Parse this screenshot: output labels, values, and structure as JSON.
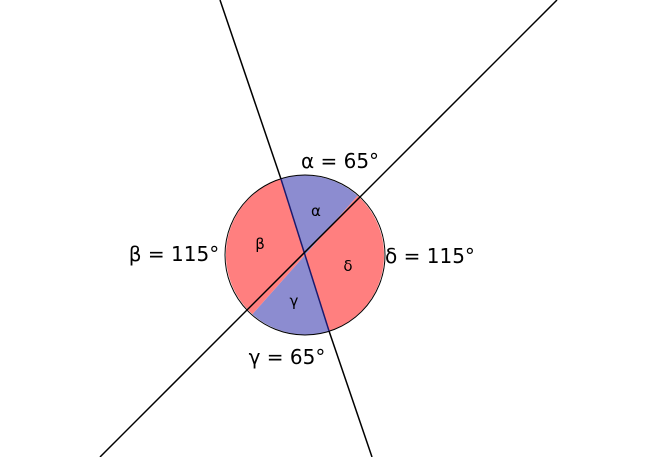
{
  "colors": {
    "vertical_pair": "#8c8cd0",
    "horizontal_pair": "#ff7f7f",
    "line": "#000000",
    "line_inside": "#1a1a6e",
    "background": "#ffffff"
  },
  "angles": {
    "alpha": {
      "symbol": "α",
      "label": "α = 65°"
    },
    "beta": {
      "symbol": "β",
      "label": "β = 115°"
    },
    "gamma": {
      "symbol": "γ",
      "label": "γ = 65°"
    },
    "delta": {
      "symbol": "δ",
      "label": "δ = 115°"
    }
  }
}
